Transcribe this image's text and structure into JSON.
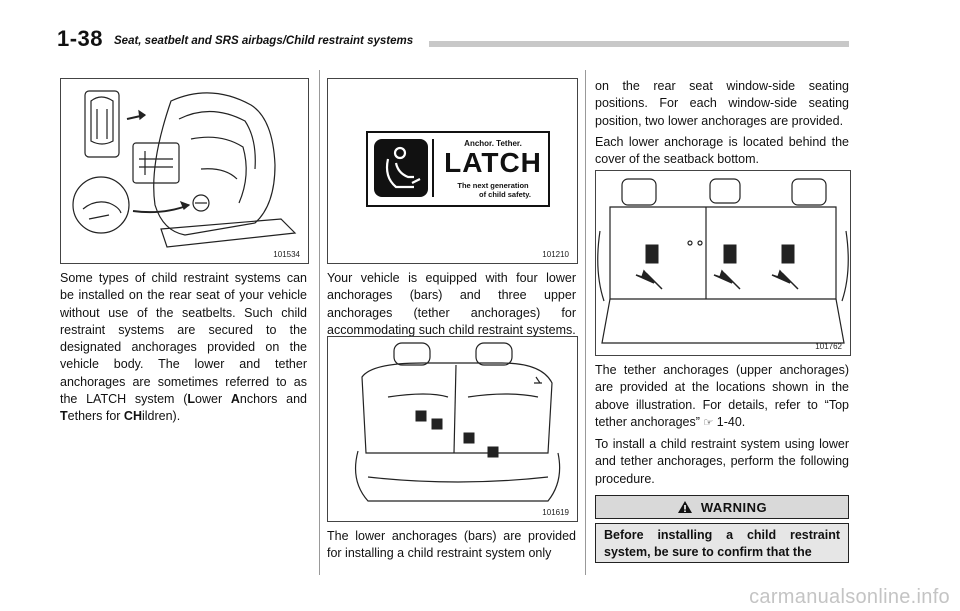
{
  "header": {
    "page_number": "1-38",
    "title": "Seat, seatbelt and SRS airbags/Child restraint systems"
  },
  "figures": {
    "fig1_id": "101534",
    "fig2_id": "101210",
    "fig3_id": "101619",
    "fig4_id": "101762",
    "latch_label": {
      "line1": "Anchor. Tether.",
      "line2": "LATCH",
      "line3": "The next generation",
      "line4": "of child safety."
    }
  },
  "col1": {
    "para1_a": "Some types of child restraint systems can be installed on the rear seat of your vehicle without use of the seatbelts. Such child restraint systems are secured to the designated anchorages provided on the vehicle body. The lower and tether anchorages are sometimes referred to as the LATCH system (",
    "l": "L",
    "ower": "ower ",
    "a": "A",
    "nchors_and": "nchors and ",
    "t": "T",
    "ethers_for": "ethers for ",
    "ch": "CH",
    "ildren": "ildren)."
  },
  "col2": {
    "para1": "Your vehicle is equipped with four lower anchorages (bars) and three upper anchorages (tether anchorages) for accommodating such child restraint systems.",
    "para2": "The lower anchorages (bars) are provided for installing a child restraint system only"
  },
  "col3": {
    "para1": "on the rear seat window-side seating positions. For each window-side seating position, two lower anchorages are provided.",
    "para2": "Each lower anchorage is located behind the cover of the seatback bottom.",
    "para3_a": "The tether anchorages (upper anchorages) are provided at the locations shown in the above illustration. For details, refer to “Top tether anchorages”",
    "ref_icon_glyph": "☞",
    "para3_b": "1-40.",
    "para4": "To install a child restraint system using lower and tether anchorages, perform the following procedure.",
    "warning_label": "WARNING",
    "warning_text": "Before installing a child restraint system, be sure to confirm that the"
  },
  "watermark": "carmanualsonline.info"
}
